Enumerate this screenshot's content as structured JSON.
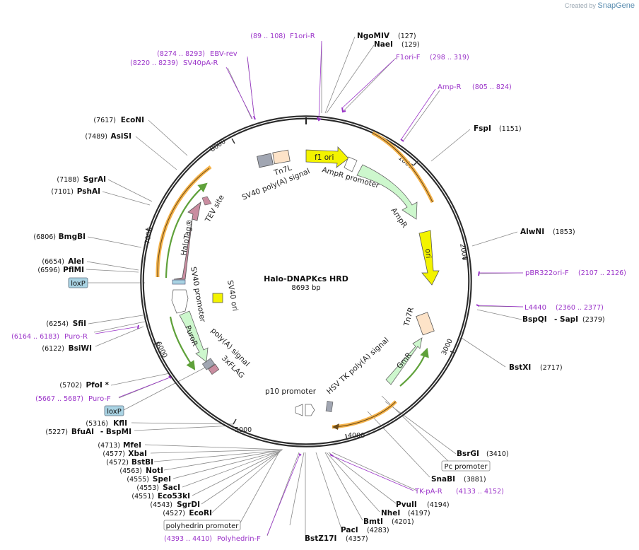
{
  "watermark": {
    "prefix": "Created by",
    "brand": "SnapGene"
  },
  "plasmid": {
    "name": "Halo-DNAPKcs HRD",
    "length": "8693 bp"
  },
  "ticks": [
    "1000",
    "2000",
    "3000",
    "4000",
    "5000",
    "6000",
    "7000",
    "8000"
  ],
  "features": {
    "f1_ori": "f1 ori",
    "amp_promoter": "AmpR promoter",
    "ampr": "AmpR",
    "ori": "ori",
    "tn7r": "Tn7R",
    "gmr": "GmR",
    "hsv_tk": "HSV TK poly(A) signal",
    "p10": "p10 promoter",
    "flag": "3xFLAG",
    "polya": "poly(A) signal",
    "puror": "PuroR",
    "sv40_promoter": "SV40 promoter",
    "sv40_ori": "SV40 ori",
    "halotag": "HaloTag®",
    "tev": "TEV site",
    "sv40_polya": "SV40 poly(A) signal",
    "tn7l": "Tn7L"
  },
  "sites": {
    "ngomiv": {
      "name": "NgoMIV",
      "pos": "(127)"
    },
    "naei": {
      "name": "NaeI",
      "pos": "(129)"
    },
    "fspi": {
      "name": "FspI",
      "pos": "(1151)"
    },
    "alwni": {
      "name": "AlwNI",
      "pos": "(1853)"
    },
    "bspqi": {
      "name": "BspQI",
      "sep": "- SapI",
      "pos": "(2379)"
    },
    "bstxi": {
      "name": "BstXI",
      "pos": "(2717)"
    },
    "bsrgi": {
      "name": "BsrGI",
      "pos": "(3410)"
    },
    "snabi": {
      "name": "SnaBI",
      "pos": "(3881)"
    },
    "pvuii": {
      "name": "PvuII",
      "pos": "(4194)"
    },
    "nhei": {
      "name": "NheI",
      "pos": "(4197)"
    },
    "bmti": {
      "name": "BmtI",
      "pos": "(4201)"
    },
    "paci": {
      "name": "PacI",
      "pos": "(4283)"
    },
    "bstz17i": {
      "name": "BstZ17I",
      "pos": "(4357)"
    },
    "econi": {
      "name": "EcoNI",
      "pos": "(7617)"
    },
    "asisi": {
      "name": "AsiSI",
      "pos": "(7489)"
    },
    "sgrai": {
      "name": "SgrAI",
      "pos": "(7188)"
    },
    "pshai": {
      "name": "PshAI",
      "pos": "(7101)"
    },
    "bmgbi": {
      "name": "BmgBI",
      "pos": "(6806)"
    },
    "alei": {
      "name": "AleI",
      "pos": "(6654)"
    },
    "pflmi": {
      "name": "PflMI",
      "pos": "(6596)"
    },
    "sfii": {
      "name": "SfiI",
      "pos": "(6254)"
    },
    "bsiwi": {
      "name": "BsiWI",
      "pos": "(6122)"
    },
    "pfoi": {
      "name": "PfoI *",
      "pos": "(5702)"
    },
    "kfli": {
      "name": "KflI",
      "pos": "(5316)"
    },
    "bfuai": {
      "name": "BfuAI",
      "sep": "- BspMI",
      "pos": "(5227)"
    },
    "mfei": {
      "name": "MfeI",
      "pos": "(4713)"
    },
    "xbai": {
      "name": "XbaI",
      "pos": "(4577)"
    },
    "bstbi": {
      "name": "BstBI",
      "pos": "(4572)"
    },
    "noti": {
      "name": "NotI",
      "pos": "(4563)"
    },
    "spei": {
      "name": "SpeI",
      "pos": "(4555)"
    },
    "saci": {
      "name": "SacI",
      "pos": "(4553)"
    },
    "eco53ki": {
      "name": "Eco53kI",
      "pos": "(4551)"
    },
    "sgrdi": {
      "name": "SgrDI",
      "pos": "(4543)"
    },
    "ecori": {
      "name": "EcoRI",
      "pos": "(4527)"
    }
  },
  "primers": {
    "f1ori_r": {
      "range": "(89 .. 108)",
      "name": "F1ori-R"
    },
    "f1ori_f": {
      "name": "F1ori-F",
      "range": "(298 .. 319)"
    },
    "amp_r": {
      "name": "Amp-R",
      "range": "(805 .. 824)"
    },
    "pbr322": {
      "name": "pBR322ori-F",
      "range": "(2107 .. 2126)"
    },
    "l4440": {
      "name": "L4440",
      "range": "(2360 .. 2377)"
    },
    "tkpa": {
      "name": "TK-pA-R",
      "range": "(4133 .. 4152)"
    },
    "polyhedrin_f": {
      "range": "(4393 .. 4410)",
      "name": "Polyhedrin-F"
    },
    "ebv": {
      "range": "(8274 .. 8293)",
      "name": "EBV-rev"
    },
    "sv40pa": {
      "range": "(8220 .. 8239)",
      "name": "SV40pA-R"
    },
    "puro_r": {
      "range": "(6164 .. 6183)",
      "name": "Puro-R"
    },
    "puro_f": {
      "range": "(5667 .. 5687)",
      "name": "Puro-F"
    }
  },
  "boxes": {
    "loxp1": "loxP",
    "loxp2": "loxP",
    "pc": "Pc promoter",
    "polyhedrin": "polyhedrin promoter"
  },
  "colors": {
    "primer": "#9b34c9",
    "line": "#8a8a8a",
    "backbone": "#2b2b2b",
    "f1ori": "#f3f300",
    "ampr": "#cdf7cd",
    "halotag": "#c98da0",
    "orange": "#f5b34a",
    "green": "#5fa13a",
    "tn7": "#fde3c8",
    "loxp": "#a9d3e3"
  }
}
